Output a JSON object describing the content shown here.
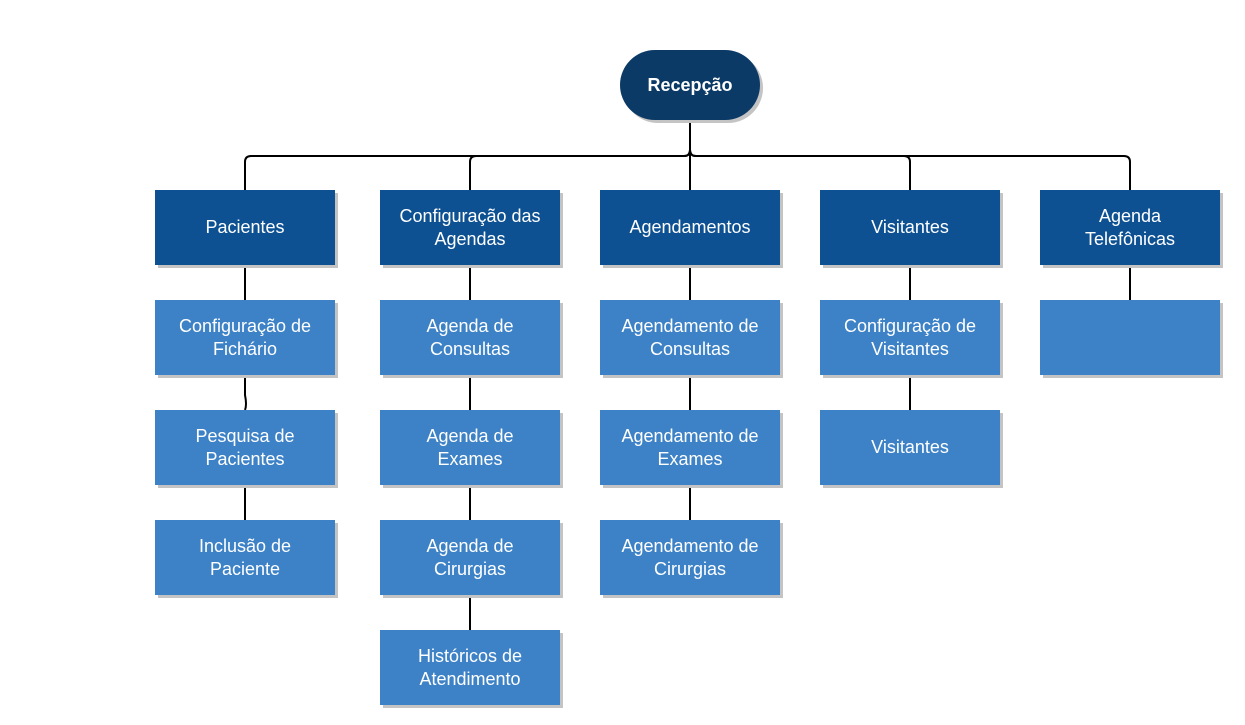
{
  "root": {
    "label": "Recepção"
  },
  "columns": [
    {
      "label": "Pacientes",
      "children": [
        "Configuração de\nFichário",
        "Pesquisa de\nPacientes",
        "Inclusão de\nPaciente"
      ]
    },
    {
      "label": "Configuração das\nAgendas",
      "children": [
        "Agenda de\nConsultas",
        "Agenda de\nExames",
        "Agenda de\nCirurgias",
        "Históricos de\nAtendimento"
      ]
    },
    {
      "label": "Agendamentos",
      "children": [
        "Agendamento de\nConsultas",
        "Agendamento de\nExames",
        "Agendamento de\nCirurgias"
      ]
    },
    {
      "label": "Visitantes",
      "children": [
        "Configuração de\nVisitantes",
        "Visitantes"
      ]
    },
    {
      "label": "Agenda\nTelefônicas",
      "children": [
        ""
      ]
    }
  ],
  "colors": {
    "root": "#0b3a66",
    "level1": "#0d5193",
    "level2": "#3d82c6",
    "connector": "#000000"
  }
}
